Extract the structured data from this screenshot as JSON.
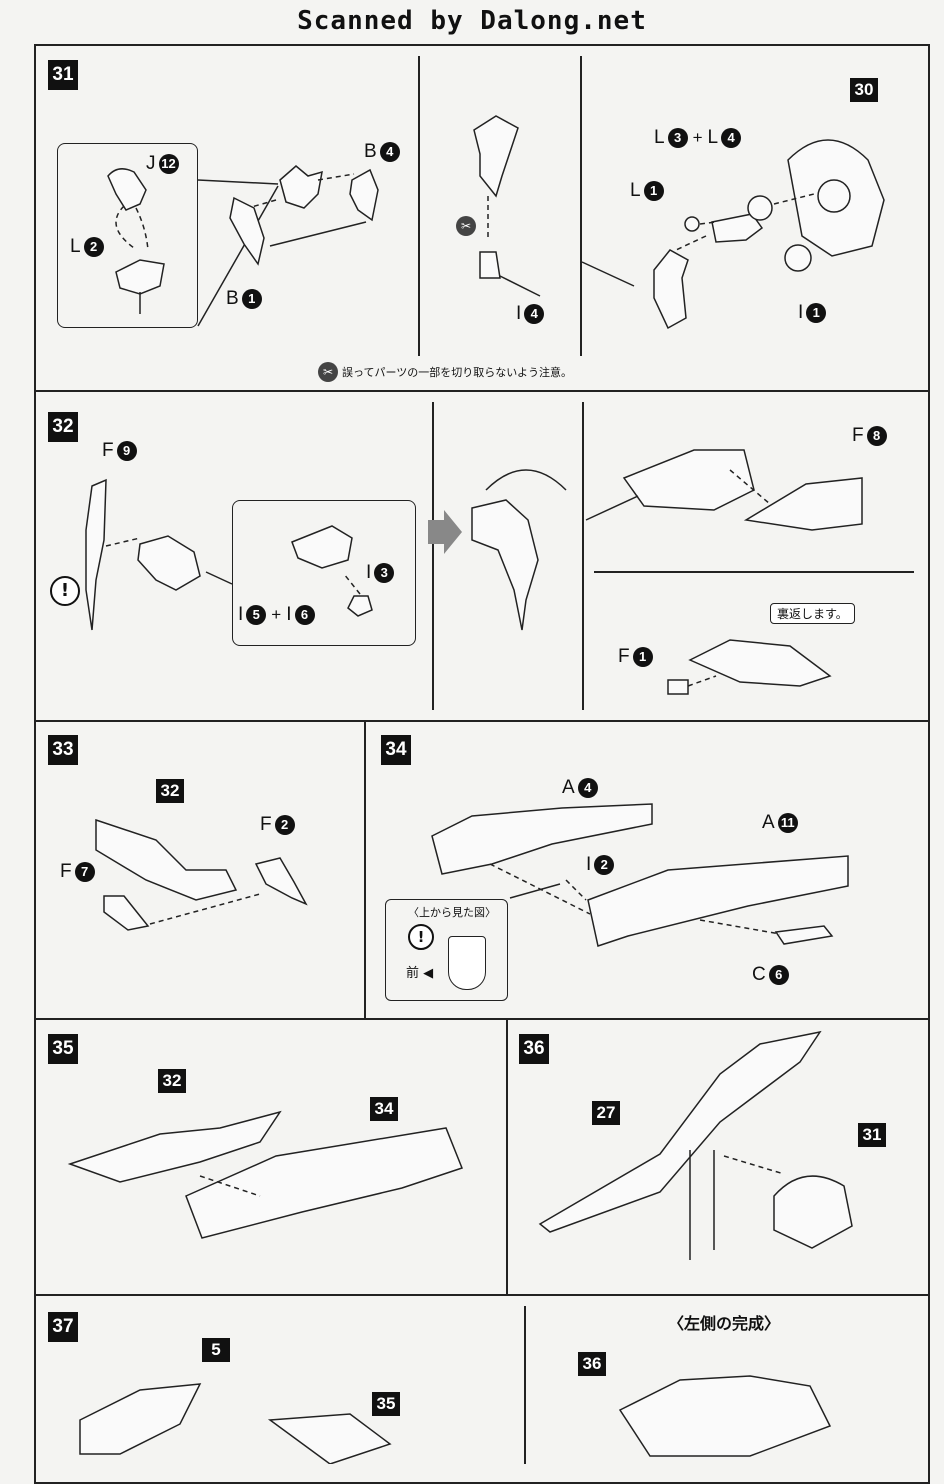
{
  "header": {
    "text": "Scanned by Dalong.net"
  },
  "steps": {
    "s31": {
      "label": "31",
      "ref30": "30",
      "parts": {
        "J12": {
          "letter": "J",
          "num": "12"
        },
        "L2": {
          "letter": "L",
          "num": "2"
        },
        "B4": {
          "letter": "B",
          "num": "4"
        },
        "B1": {
          "letter": "B",
          "num": "1"
        },
        "I4": {
          "letter": "I",
          "num": "4"
        },
        "L3": {
          "letter": "L",
          "num": "3"
        },
        "L4": {
          "letter": "L",
          "num": "4"
        },
        "L1": {
          "letter": "L",
          "num": "1"
        },
        "I1": {
          "letter": "I",
          "num": "1"
        }
      },
      "note": "誤ってパーツの一部を切り取らないよう注意。"
    },
    "s32": {
      "label": "32",
      "parts": {
        "F9": {
          "letter": "F",
          "num": "9"
        },
        "I3": {
          "letter": "I",
          "num": "3"
        },
        "I5": {
          "letter": "I",
          "num": "5"
        },
        "I6": {
          "letter": "I",
          "num": "6"
        },
        "F8": {
          "letter": "F",
          "num": "8"
        },
        "F1": {
          "letter": "F",
          "num": "1"
        }
      },
      "callout": "裏返します。"
    },
    "s33": {
      "label": "33",
      "ref32": "32",
      "parts": {
        "F2": {
          "letter": "F",
          "num": "2"
        },
        "F7": {
          "letter": "F",
          "num": "7"
        }
      }
    },
    "s34": {
      "label": "34",
      "parts": {
        "A4": {
          "letter": "A",
          "num": "4"
        },
        "A11": {
          "letter": "A",
          "num": "11"
        },
        "I2": {
          "letter": "I",
          "num": "2"
        },
        "C6": {
          "letter": "C",
          "num": "6"
        }
      },
      "inset_title": "〈上から見た図〉",
      "front_label": "前"
    },
    "s35": {
      "label": "35",
      "ref32": "32",
      "ref34": "34"
    },
    "s36": {
      "label": "36",
      "ref27": "27",
      "ref31": "31"
    },
    "s37": {
      "label": "37",
      "ref5": "5",
      "ref35": "35"
    },
    "left_complete": {
      "title": "〈左側の完成〉",
      "ref36": "36"
    }
  }
}
